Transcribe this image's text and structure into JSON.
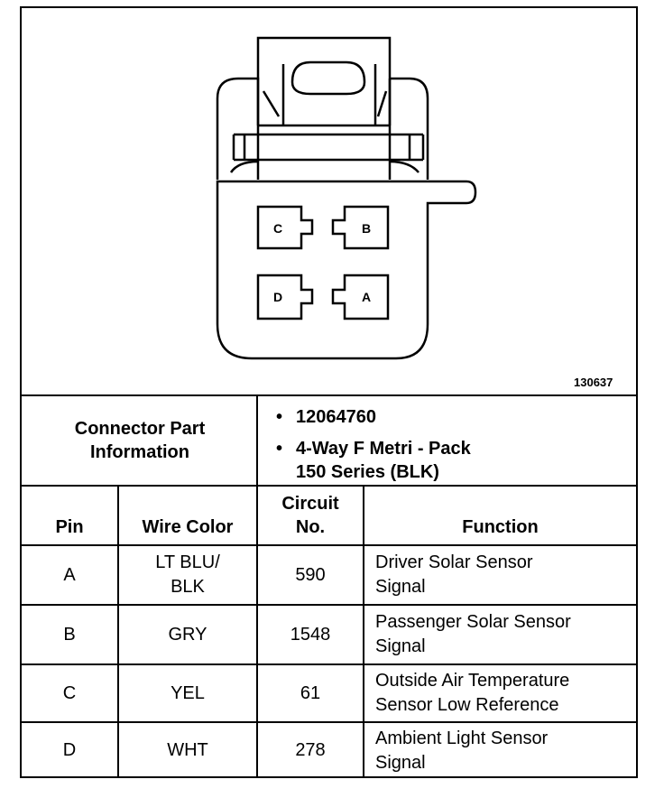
{
  "figure_number": "130637",
  "connector": {
    "cavities": [
      "C",
      "B",
      "D",
      "A"
    ]
  },
  "part_info": {
    "label_line1": "Connector Part",
    "label_line2": "Information",
    "part_number": "12064760",
    "description_line1": "4-Way F Metri - Pack",
    "description_line2": "150 Series (BLK)"
  },
  "table": {
    "headers": {
      "pin": "Pin",
      "wire_color": "Wire Color",
      "circuit_line1": "Circuit",
      "circuit_line2": "No.",
      "function": "Function"
    },
    "rows": [
      {
        "pin": "A",
        "wire1": "LT BLU/",
        "wire2": "BLK",
        "circuit": "590",
        "func1": "Driver Solar Sensor",
        "func2": "Signal"
      },
      {
        "pin": "B",
        "wire1": "GRY",
        "wire2": "",
        "circuit": "1548",
        "func1": "Passenger Solar Sensor",
        "func2": "Signal"
      },
      {
        "pin": "C",
        "wire1": "YEL",
        "wire2": "",
        "circuit": "61",
        "func1": "Outside Air Temperature",
        "func2": "Sensor Low Reference"
      },
      {
        "pin": "D",
        "wire1": "WHT",
        "wire2": "",
        "circuit": "278",
        "func1": "Ambient Light Sensor",
        "func2": "Signal"
      }
    ]
  }
}
